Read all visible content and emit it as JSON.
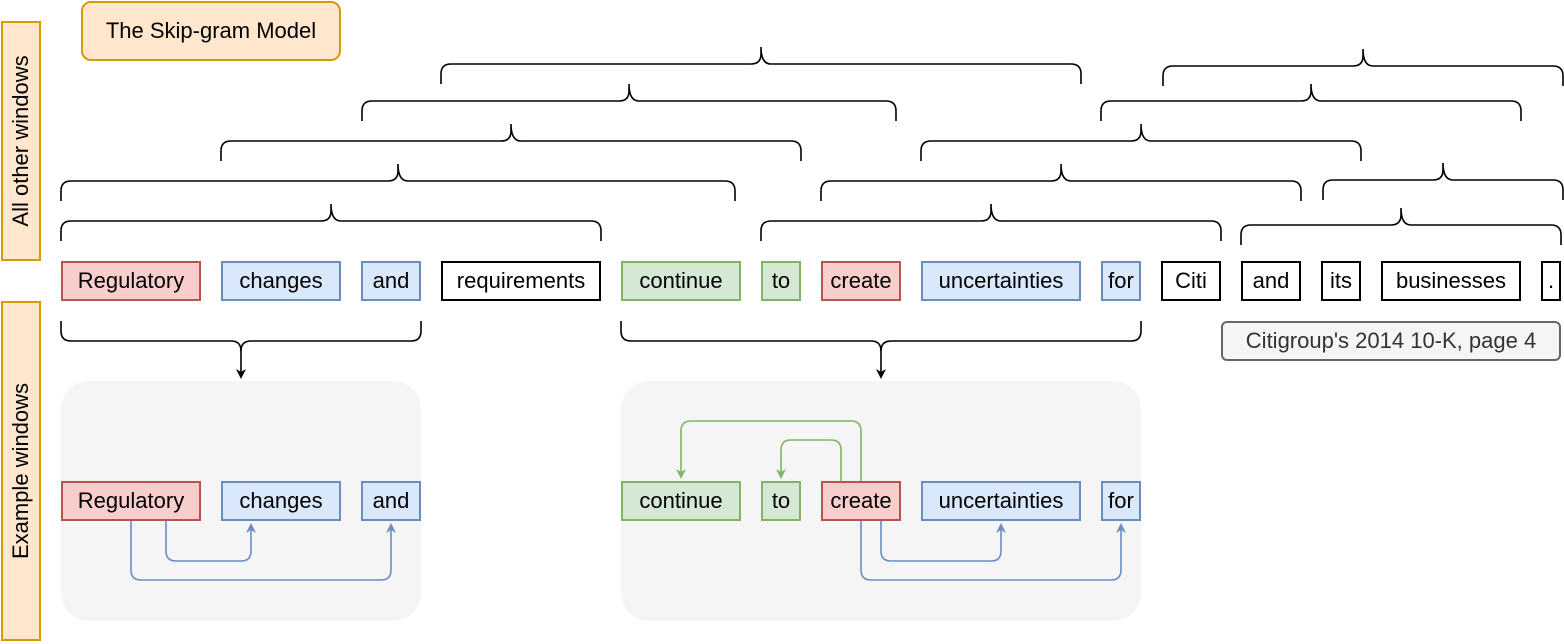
{
  "title": "The Skip-gram Model",
  "side_labels": {
    "top": "All other windows",
    "bottom": "Example windows"
  },
  "source": "Citigroup's 2014 10-K, page 4",
  "colors": {
    "center": "#f8cecc",
    "context_blue": "#dae8fc",
    "context_green": "#d5e8d4",
    "plain": "#ffffff",
    "accent": "#d79b00"
  },
  "sentence": [
    {
      "text": "Regulatory",
      "role": "red"
    },
    {
      "text": "changes",
      "role": "blue"
    },
    {
      "text": "and",
      "role": "blue"
    },
    {
      "text": "requirements",
      "role": "white"
    },
    {
      "text": "continue",
      "role": "green"
    },
    {
      "text": "to",
      "role": "green"
    },
    {
      "text": "create",
      "role": "red"
    },
    {
      "text": "uncertainties",
      "role": "blue"
    },
    {
      "text": "for",
      "role": "blue"
    },
    {
      "text": "Citi",
      "role": "white"
    },
    {
      "text": "and",
      "role": "white"
    },
    {
      "text": "its",
      "role": "white"
    },
    {
      "text": "businesses",
      "role": "white"
    },
    {
      "text": ".",
      "role": "white"
    }
  ],
  "example_windows": [
    {
      "words": [
        {
          "text": "Regulatory",
          "role": "red"
        },
        {
          "text": "changes",
          "role": "blue"
        },
        {
          "text": "and",
          "role": "blue"
        }
      ]
    },
    {
      "words": [
        {
          "text": "continue",
          "role": "green"
        },
        {
          "text": "to",
          "role": "green"
        },
        {
          "text": "create",
          "role": "red"
        },
        {
          "text": "uncertainties",
          "role": "blue"
        },
        {
          "text": "for",
          "role": "blue"
        }
      ]
    }
  ]
}
